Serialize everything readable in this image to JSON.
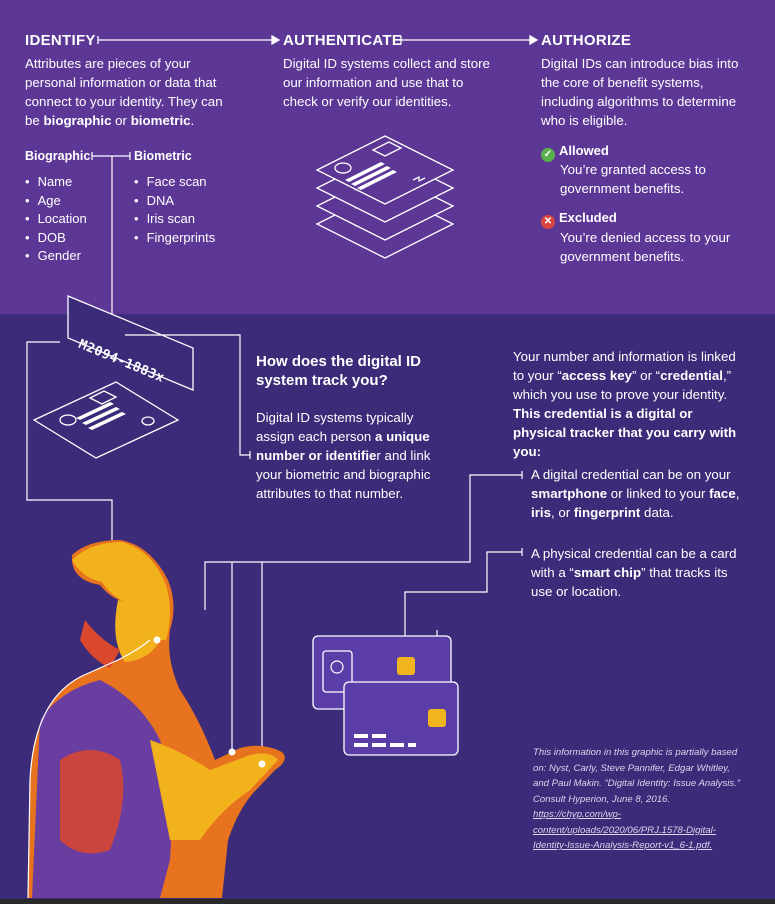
{
  "identify": {
    "heading": "IDENTIFY",
    "body_part1": "Attributes are pieces of your personal information or data that connect to your identity. They can be ",
    "biographic_word": "biographic",
    "or_word": " or ",
    "biometric_word": "biometric",
    "period": ".",
    "biographic_heading": "Biographic",
    "biographic_items": [
      "Name",
      "Age",
      "Location",
      "DOB",
      "Gender"
    ],
    "biometric_heading": "Biometric",
    "biometric_items": [
      "Face scan",
      "DNA",
      "Iris scan",
      "Fingerprints"
    ]
  },
  "authenticate": {
    "heading": "AUTHENTICATE",
    "body": "Digital ID systems collect and store our information and use that to check or verify our identities."
  },
  "authorize": {
    "heading": "AUTHORIZE",
    "body": "Digital IDs can introduce bias into the core of benefit systems, including algorithms to determine who is eligible.",
    "allowed_title": "Allowed",
    "allowed_body": "You’re granted access to government benefits.",
    "excluded_title": "Excluded",
    "excluded_body": "You’re denied access to your government benefits."
  },
  "id_number": "M2094-1883x",
  "tracking": {
    "question": "How does the digital ID system track you?",
    "body_part1": "Digital ID systems typically assign each person ",
    "bold_part": "a unique number or identifie",
    "body_part2": "r and link your biometric and biographic attributes to that number."
  },
  "credential": {
    "intro_part1": "Your number and information is linked to your “",
    "access_key": "access key",
    "intro_part2": "” or “",
    "credential_word": "credential",
    "intro_part3": ",” which you use to prove your identity. ",
    "intro_bold": "This credential is a digital or physical tracker that you carry with you:",
    "digital_part1": "A digital credential can be on your ",
    "digital_smartphone": "smartphone",
    "digital_part2": " or linked to your ",
    "digital_face": "face",
    "digital_part3": ", ",
    "digital_iris": "iris",
    "digital_part4": ", or ",
    "digital_fingerprint": "fingerprint",
    "digital_part5": " data.",
    "physical_part1": "A physical credential can be a card with a “",
    "physical_bold": "smart chip",
    "physical_part2": "” that tracks its use or location."
  },
  "source": {
    "text": "This information in this graphic is partially based on: Nyst, Carly, Steve Pannifer, Edgar Whitley, and Paul Makin. “Digital Identity: Issue Analysis.” Consult Hyperion, June 8, 2016. ",
    "link": "https://chyp.com/wp-content/uploads/2020/06/PRJ.1578-Digital-Identity-Issue-Analysis-Report-v1_6-1.pdf."
  },
  "colors": {
    "top_band": "#5d3796",
    "bottom_band": "#3b2b78",
    "skin_yellow": "#f2b21b",
    "skin_orange": "#e8731f",
    "skin_red": "#d9472d",
    "shirt_purple": "#6a3ea0",
    "card_fill": "#5a3da6",
    "chip_gold": "#f0b51c",
    "allowed_green": "#5ab04a",
    "excluded_red": "#d6453f"
  },
  "icons": [
    "arrow-right-icon",
    "checkmark-icon",
    "x-mark-icon",
    "fingerprint-icon",
    "portrait-icon",
    "smart-chip-icon"
  ]
}
